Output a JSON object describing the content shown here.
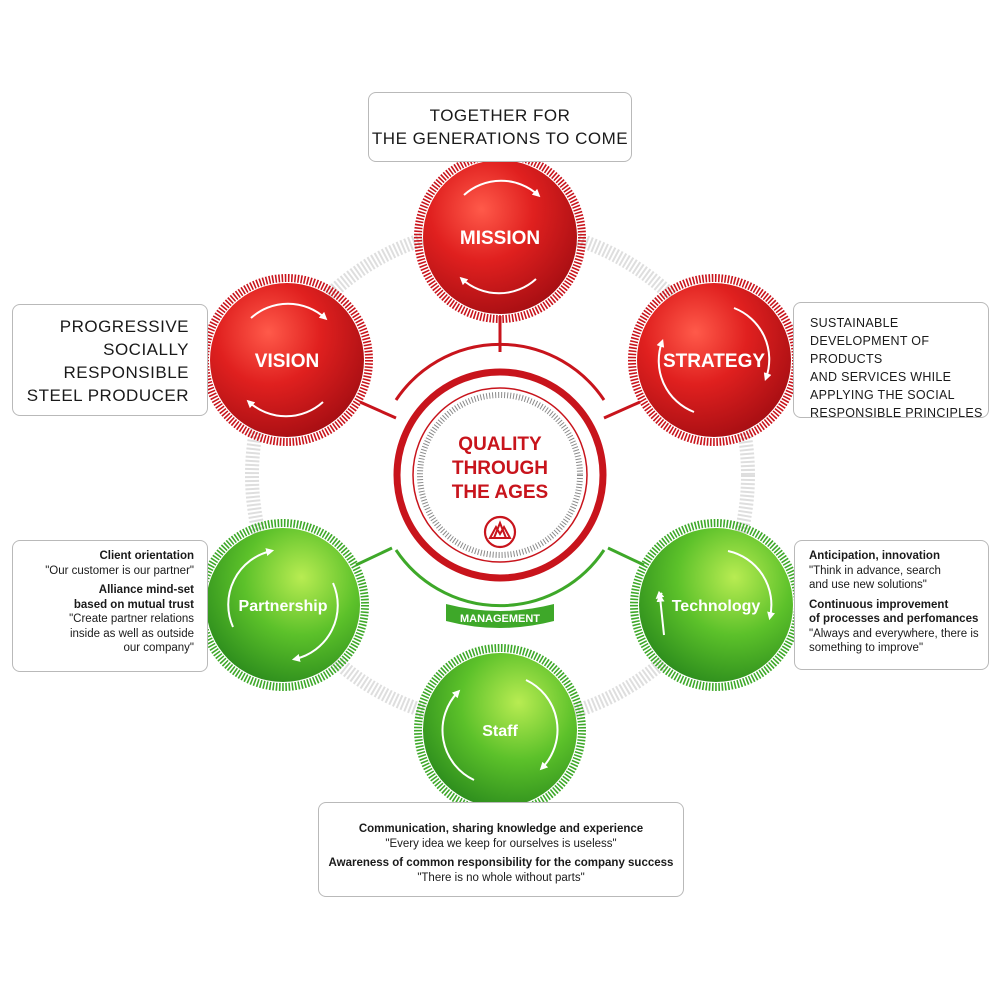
{
  "center": {
    "title_lines": [
      "QUALITY",
      "THROUGH",
      "THE AGES"
    ]
  },
  "nodes": {
    "mission": "MISSION",
    "vision": "VISION",
    "strategy": "STRATEGY",
    "partnership": "Partnership",
    "technology": "Technology",
    "staff": "Staff"
  },
  "management_label": "MANAGEMENT",
  "boxes": {
    "mission": {
      "lines": [
        "TOGETHER FOR",
        "THE GENERATIONS TO COME"
      ]
    },
    "vision": {
      "lines": [
        "PROGRESSIVE",
        "SOCIALLY",
        "RESPONSIBLE",
        "STEEL PRODUCER"
      ]
    },
    "strategy": {
      "lines": [
        "SUSTAINABLE",
        "DEVELOPMENT OF PRODUCTS",
        "AND SERVICES WHILE",
        "APPLYING THE SOCIAL",
        "RESPONSIBLE PRINCIPLES"
      ]
    },
    "partnership": {
      "item1_title": "Client orientation",
      "item1_quote": "\"Our customer is our partner\"",
      "item2_title_lines": [
        "Alliance mind-set",
        "based on mutual trust"
      ],
      "item2_quote_lines": [
        "\"Create partner relations",
        "inside as well as outside",
        "our company\""
      ]
    },
    "technology": {
      "item1_title": "Anticipation, innovation",
      "item1_quote_lines": [
        "\"Think in advance, search",
        "and use new solutions\""
      ],
      "item2_title_lines": [
        "Continuous improvement",
        "of processes and perfomances"
      ],
      "item2_quote_lines": [
        "\"Always and everywhere, there is",
        "something to improve\""
      ]
    },
    "staff": {
      "item1_title": "Communication, sharing knowledge and experience",
      "item1_quote": "\"Every idea we keep for ourselves is useless\"",
      "item2_title": "Awareness of common responsibility for the company success",
      "item2_quote": "\"There is no whole without parts\""
    }
  },
  "colors": {
    "red": "#c8141c",
    "red_light": "#ff5a4a",
    "green": "#3ea829",
    "green_light": "#a6e04a",
    "ring_gray": "#dedede",
    "box_border": "#b9b9b9"
  }
}
